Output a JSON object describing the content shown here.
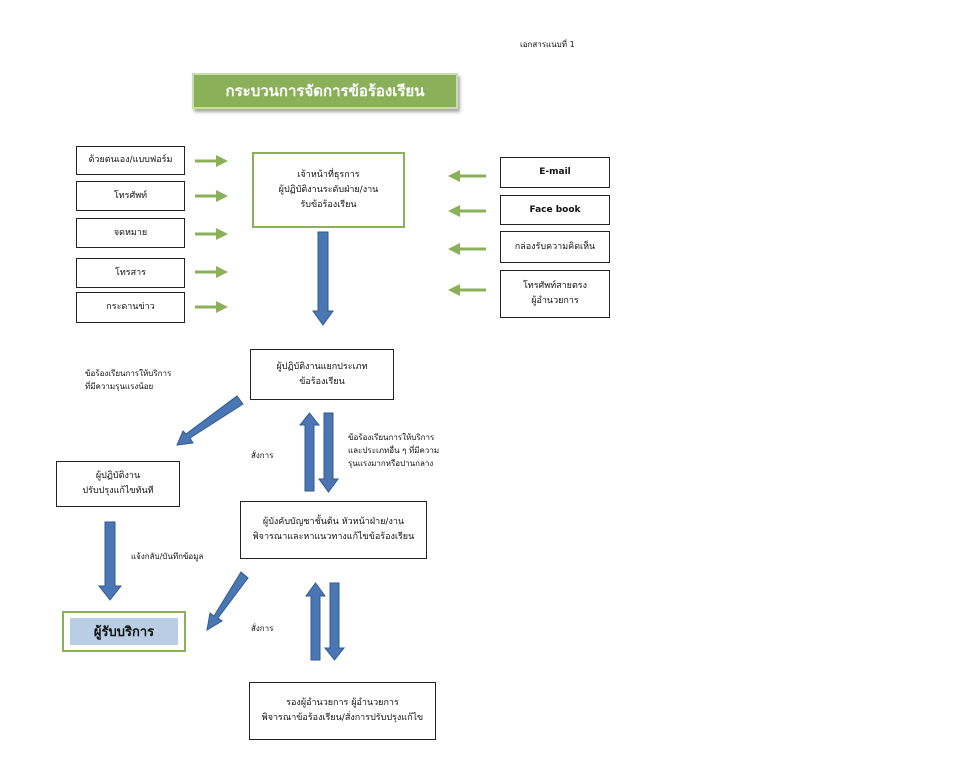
{
  "document": {
    "ref": "เอกสารแนบที่  1",
    "title": "กระบวนการจัดการข้อร้องเรียน"
  },
  "channels_left": [
    "ด้วยตนเอง/แบบฟอร์ม",
    "โทรศัพท์",
    "จดหมาย",
    "โทรสาร",
    "กระดานข่าว"
  ],
  "channels_right": [
    "E-mail",
    "Face book",
    "กล่องรับความคิดเห็น",
    "โทรศัพท์สายตรง\nผู้อำนวยการ"
  ],
  "process": {
    "receiver": "เจ้าหน้าที่ธุรการ\nผู้ปฏิบัติงานระดับฝ่าย/งาน\nรับข้อร้องเรียน",
    "classifier": "ผู้ปฏิบัติงานแยกประเภท\nข้อร้องเรียน",
    "supervisor": "ผู้บังคับบัญชาชั้นต้น หัวหน้าฝ่าย/งาน\nพิจารณาและหาแนวทางแก้ไขข้อร้องเรียน",
    "director": "รองผู้อำนวยการ ผู้อำนวยการ\nพิจารณาข้อร้องเรียน/สั่งการปรับปรุงแก้ไข",
    "staff_fix": "ผู้ปฏิบัติงาน\nปรับปรุงแก้ไขทันที",
    "customer": "ผู้รับบริการ"
  },
  "notes": {
    "minor": "ข้อร้องเรียนการให้บริการ\nที่มีความรุนแรงน้อย",
    "medium": "ข้อร้องเรียนการให้บริการ\nและประเภทอื่น ๆ ที่มีความ\nรุนแรงมากหรือปานกลาง",
    "order_1": "สั่งการ",
    "order_2": "สั่งการ",
    "feedback": "แจ้งกลับ/บันทึกข้อมูล"
  },
  "colors": {
    "green_accent": "#8bb05a",
    "arrow_blue": "#4a77b4",
    "customer_fill": "#b9cde4"
  }
}
